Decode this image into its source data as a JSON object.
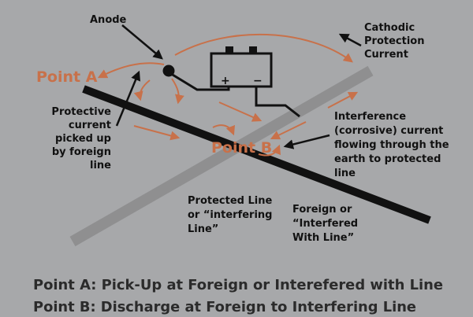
{
  "labels": {
    "anode": "Anode",
    "cathodic": [
      "Cathodic",
      "Protection",
      "Current"
    ],
    "point_a": "Point A",
    "point_b": "Point B",
    "protective": [
      "Protective",
      "current",
      "picked up",
      "by foreign",
      "line"
    ],
    "interference": [
      "Interference",
      "(corrosive) current",
      "flowing through the",
      "earth to protected",
      "line"
    ],
    "protected_line": [
      "Protected Line",
      "or “interfering",
      "Line”"
    ],
    "foreign": [
      "Foreign or",
      "“Interfered",
      "With Line”"
    ],
    "rectifier_plus": "+",
    "rectifier_minus": "−"
  },
  "captions": {
    "line1": "Point A: Pick-Up at Foreign or Interefered with Line",
    "line2": "Point B: Discharge at Foreign to Interfering Line"
  },
  "colors": {
    "background": "#a7a8aa",
    "current_arrow": "#c8714a",
    "point_label": "#c8714a",
    "foreign_line": "#111111",
    "protected_line": "#8f8f90",
    "text": "#111111"
  }
}
